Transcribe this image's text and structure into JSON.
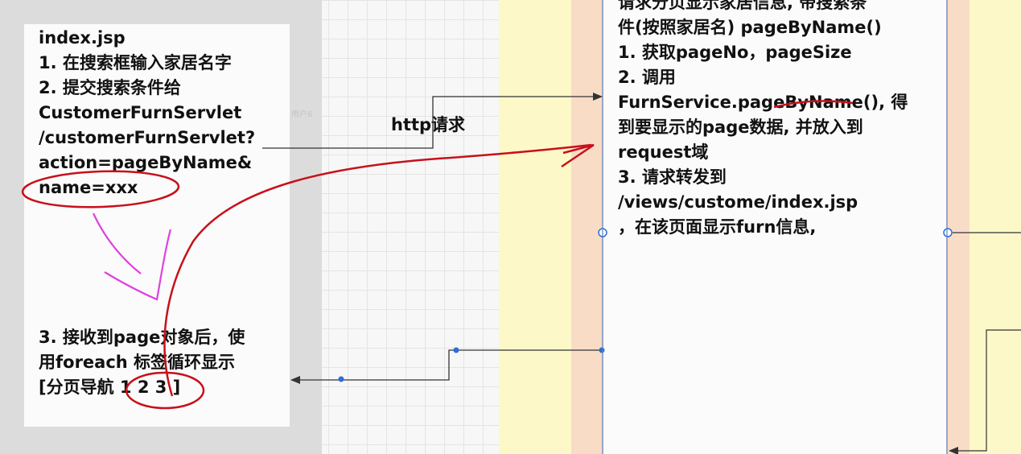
{
  "left_box": {
    "lines_top": [
      "index.jsp",
      "1. 在搜索框输入家居名字",
      "2. 提交搜索条件给",
      "CustomerFurnServlet",
      "/customerFurnServlet?",
      "action=pageByName&",
      "name=xxx"
    ],
    "lines_bottom": [
      "3. 接收到page对象后，使",
      "用foreach 标签循环显示",
      "[分页导航 1 2 3 ]"
    ]
  },
  "connector_label": "http请求",
  "watermark": "用户6",
  "right_box": {
    "lines": [
      "请求分页显示家居信息, 带搜索条",
      "件(按照家居名) pageByName()",
      "1. 获取pageNo，pageSize",
      "2. 调用",
      "FurnService.pageByName(), 得",
      "到要显示的page数据, 并放入到",
      "request域",
      "3. 请求转发到",
      "/views/custome/index.jsp",
      "，在该页面显示furn信息,"
    ]
  },
  "colors": {
    "lane_gray": "#dcdcdc",
    "lane_yellow": "#fdf8c8",
    "lane_peach": "#f8dcc6",
    "annotation_red": "#c8101a",
    "annotation_magenta": "#e040e0",
    "connector_blue": "#2a6fd6"
  }
}
